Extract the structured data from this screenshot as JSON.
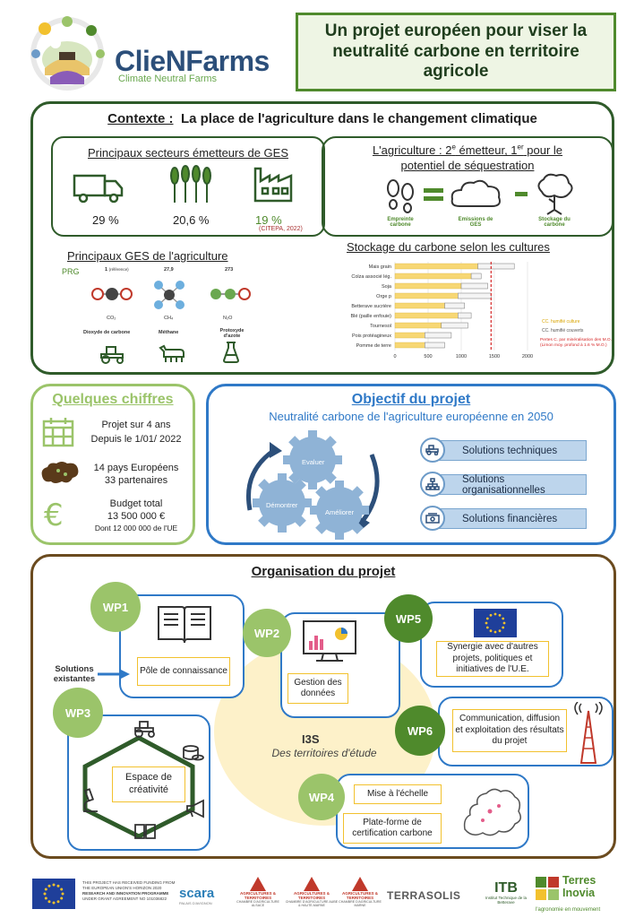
{
  "header": {
    "brand_name": "ClieNFarms",
    "brand_tagline": "Climate Neutral Farms",
    "title": "Un projet européen pour viser la neutralité carbone en territoire agricole"
  },
  "colors": {
    "green_dark": "#2f5b2a",
    "green_light": "#9bc46a",
    "blue": "#2f79c7",
    "brown": "#6b4b1f",
    "yellow": "#f2c12e"
  },
  "context": {
    "title_prefix": "Contexte :",
    "title": "La place de l'agriculture dans le changement climatique",
    "sectors": {
      "title": "Principaux secteurs émetteurs de GES",
      "items": [
        {
          "icon": "truck-icon",
          "value": "29 %"
        },
        {
          "icon": "wheat-icon",
          "value": "20,6 %"
        },
        {
          "icon": "factory-icon",
          "value": "19 %"
        }
      ],
      "source": "(CITEPA, 2022)"
    },
    "agri": {
      "title_line1_a": "L'agriculture : 2",
      "title_sup1": "e",
      "title_line1_b": " émetteur, 1",
      "title_sup2": "er",
      "title_line1_c": " pour le",
      "title_line2": "potentiel de séquestration",
      "items": [
        "Empreinte carbone",
        "Emissions de GES",
        "Stockage du carbone"
      ]
    },
    "ges": {
      "title": "Principaux GES de l'agriculture",
      "prg_label": "PRG",
      "gases": [
        {
          "prg": "1",
          "prg_note": "(référence)",
          "formula": "CO₂",
          "name": "Dioxyde de carbone",
          "icon": "tractor-icon"
        },
        {
          "prg": "27,9",
          "prg_note": "",
          "formula": "CH₄",
          "name": "Méthane",
          "icon": "cow-icon"
        },
        {
          "prg": "273",
          "prg_note": "",
          "formula": "N₂O",
          "name": "Protoxyde d'azote",
          "icon": "fertilizer-icon"
        }
      ]
    },
    "storage": {
      "title": "Stockage du carbone selon les cultures"
    }
  },
  "chart_data": {
    "type": "bar",
    "title": "Stockage du carbone selon les cultures",
    "categories": [
      "Mais grain",
      "Colza associé lég.",
      "Soja",
      "Orge p",
      "Betterave sucrière",
      "Blé (paille enfouie)",
      "Tournesol",
      "Pois protéagineux",
      "Pomme de terre"
    ],
    "series": [
      {
        "name": "CC. humifié culture",
        "values": [
          1250,
          1150,
          1000,
          950,
          750,
          950,
          700,
          450,
          450
        ]
      },
      {
        "name": "CC. humifié couverts",
        "values": [
          550,
          150,
          400,
          500,
          300,
          200,
          400,
          400,
          300
        ]
      }
    ],
    "xticks": [
      "0",
      "500",
      "1000",
      "1500",
      "2000"
    ],
    "xlim": [
      0,
      2000
    ],
    "reference_line": {
      "value": 1450,
      "label": "Pertes C. par minéralisation des M.O. (Limon moy. profond à 1.6 % M.O.)"
    },
    "legend_position": "right"
  },
  "figures": {
    "title": "Quelques chiffres",
    "items": [
      {
        "icon": "calendar-icon",
        "line1": "Projet sur 4 ans",
        "line2": "Depuis le 1/01/ 2022",
        "line3": ""
      },
      {
        "icon": "europe-map-icon",
        "line1": "14 pays Européens",
        "line2": "33 partenaires",
        "line3": ""
      },
      {
        "icon": "euro-icon",
        "line1": "Budget total",
        "line2": "13 500 000 €",
        "line3": "Dont 12 000 000 de l'UE"
      }
    ]
  },
  "objective": {
    "title": "Objectif du projet",
    "subtitle": "Neutralité carbone de l'agriculture européenne en 2050",
    "gears": [
      "Evaluer",
      "Démontrer",
      "Améliorer"
    ],
    "solutions": [
      {
        "icon": "tractor-icon",
        "label": "Solutions techniques"
      },
      {
        "icon": "org-chart-icon",
        "label": "Solutions organisationnelles"
      },
      {
        "icon": "money-icon",
        "label": "Solutions financières"
      }
    ]
  },
  "organisation": {
    "title": "Organisation du projet",
    "existing_solutions": "Solutions existantes",
    "center_title": "I3S",
    "center_subtitle": "Des territoires d'étude",
    "wp1": {
      "label": "WP1",
      "box": "Pôle de connaissance"
    },
    "wp2": {
      "label": "WP2",
      "box": "Gestion des données"
    },
    "wp3": {
      "label": "WP3",
      "box": "Espace de créativité"
    },
    "wp4": {
      "label": "WP4",
      "box1": "Mise à l'échelle",
      "box2": "Plate-forme de certification carbone"
    },
    "wp5": {
      "label": "WP5",
      "box": "Synergie avec d'autres projets, politiques et initiatives de l'U.E."
    },
    "wp6": {
      "label": "WP6",
      "box": "Communication, diffusion et exploitation des résultats du projet"
    }
  },
  "footer": {
    "funding_line1": "THIS PROJECT HAS RECEIVED FUNDING FROM",
    "funding_line2": "THE EUROPEAN UNION'S HORIZON 2020",
    "funding_line3": "RESEARCH AND INNOVATION PROGRAMME",
    "funding_line4": "UNDER GRANT AGREEMENT NO 101036822",
    "logos": [
      "scara",
      "AGRICULTURES & TERRITOIRES",
      "AGRICULTURES & TERRITOIRES",
      "AGRICULTURES & TERRITOIRES",
      "TERRASOLIS",
      "ITB",
      "Terres Inovia"
    ],
    "scara_sub": "PALAIS D'AVIGNON",
    "itb_sub": "Institut Technique de la Betterave",
    "inovia_sub": "l'agronomie en mouvement",
    "chambre1": "CHAMBRE D'AGRICULTURE ALSACE",
    "chambre2": "CHAMBRE D'AGRICULTURE AUBE & HAUTE-MARNE",
    "chambre3": "CHAMBRE D'AGRICULTURE MARNE"
  }
}
